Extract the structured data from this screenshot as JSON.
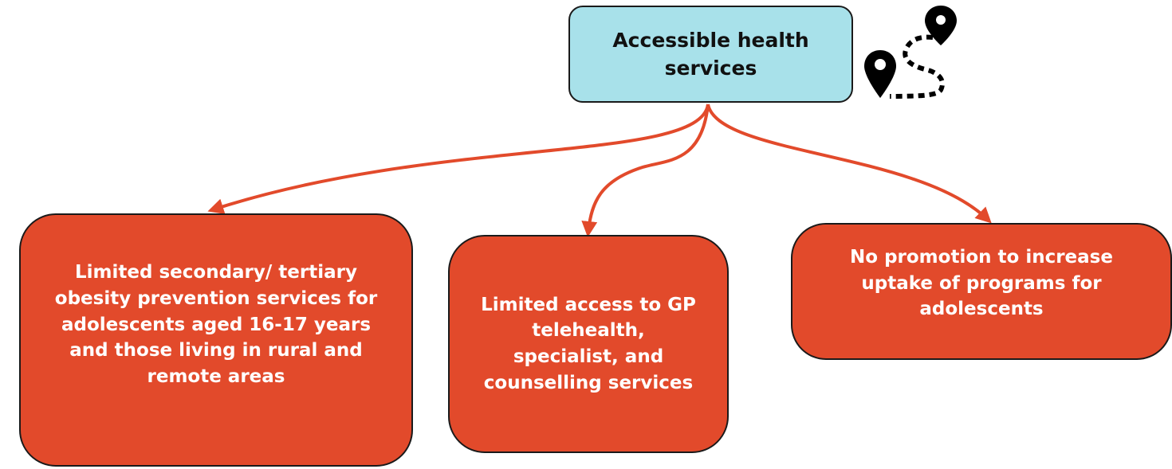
{
  "diagram": {
    "root": {
      "label": "Accessible health services",
      "fill": "#a8e1ea"
    },
    "children": [
      {
        "label": "Limited secondary/ tertiary obesity prevention services for adolescents aged 16-17 years and those living in rural and remote areas"
      },
      {
        "label": "Limited access to GP telehealth, specialist, and counselling services"
      },
      {
        "label": "No promotion to increase uptake of programs for adolescents"
      }
    ],
    "child_fill": "#e24a2b",
    "connector_color": "#e24a2b",
    "icon": "route-map-pins-icon"
  }
}
